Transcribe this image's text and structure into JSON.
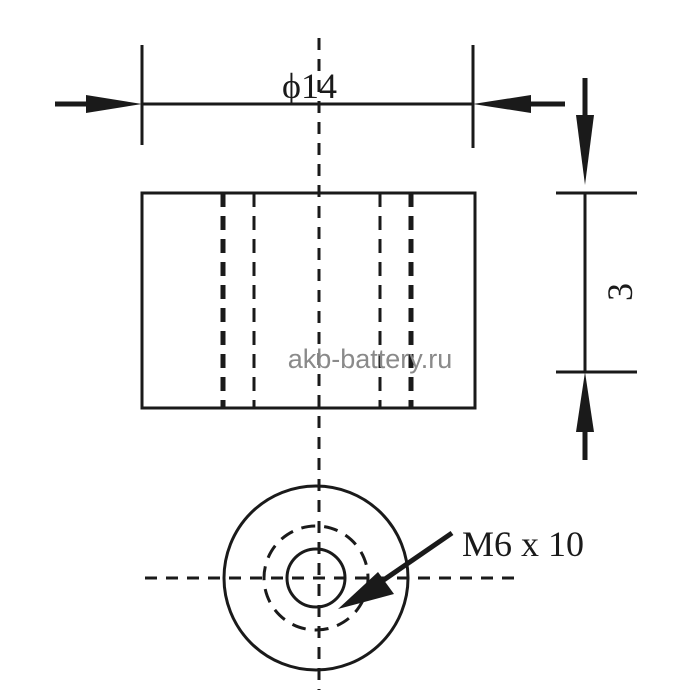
{
  "drawing": {
    "diameter_label": "ϕ14",
    "height_label": "3",
    "thread_label": "M6 x 10",
    "watermark": "akb-battery.ru",
    "line_color": "#1a1a1a",
    "watermark_color": "#8a8a8a"
  }
}
